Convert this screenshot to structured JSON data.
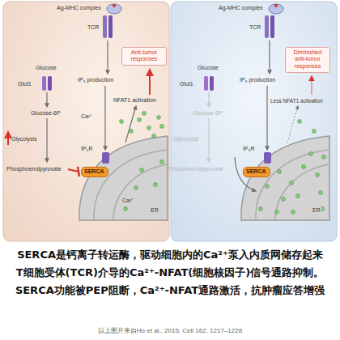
{
  "diagram": {
    "caption": "以上图片来自Ho et al., 2015, Cell 162, 1217–1228",
    "nodes": [
      {
        "text": [
          "Anti-tumor responses"
        ]
      },
      {
        "text": [
          "SERCA"
        ]
      },
      {
        "text": [
          "Diminished anti-tumor responses"
        ]
      },
      {
        "text": [
          "SERCA"
        ]
      }
    ],
    "labels": [
      "Ag-MHC complex",
      "TCR",
      "Glucose",
      "Glut1",
      "IP₃ production",
      "NFAT1 activation",
      "Glucose-6P",
      "Glycolysis",
      "Phosphoenolpyruvate",
      "Ca²⁺",
      "IP₃R",
      "Ca²⁺",
      "ER",
      "Ag-MHC complex",
      "TCR",
      "Glucose",
      "Glut1",
      "IP₃ production",
      "Less NFAT1 activation",
      "Glucose-6P",
      "Glycolysis",
      "Phosphoenolpyruvate",
      "IP₃R",
      "ER",
      "SERCA是钙离子转运酶，驱动细胞内的Ca²⁺泵入内质网储存起来",
      "T细胞受体(TCR)介导的Ca²⁺-NFAT(细胞核因子)信号通路抑制。",
      "SERCA功能被PEP阻断，Ca²⁺-NFAT通路激活，抗肿瘤应答增强"
    ]
  }
}
